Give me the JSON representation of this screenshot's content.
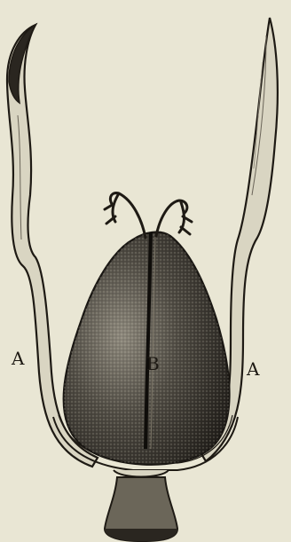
{
  "labels": {
    "a_left": "A",
    "b": "B",
    "a_right": "A"
  },
  "colors": {
    "paper": "#e9e6d4",
    "ink": "#1e1a14"
  }
}
